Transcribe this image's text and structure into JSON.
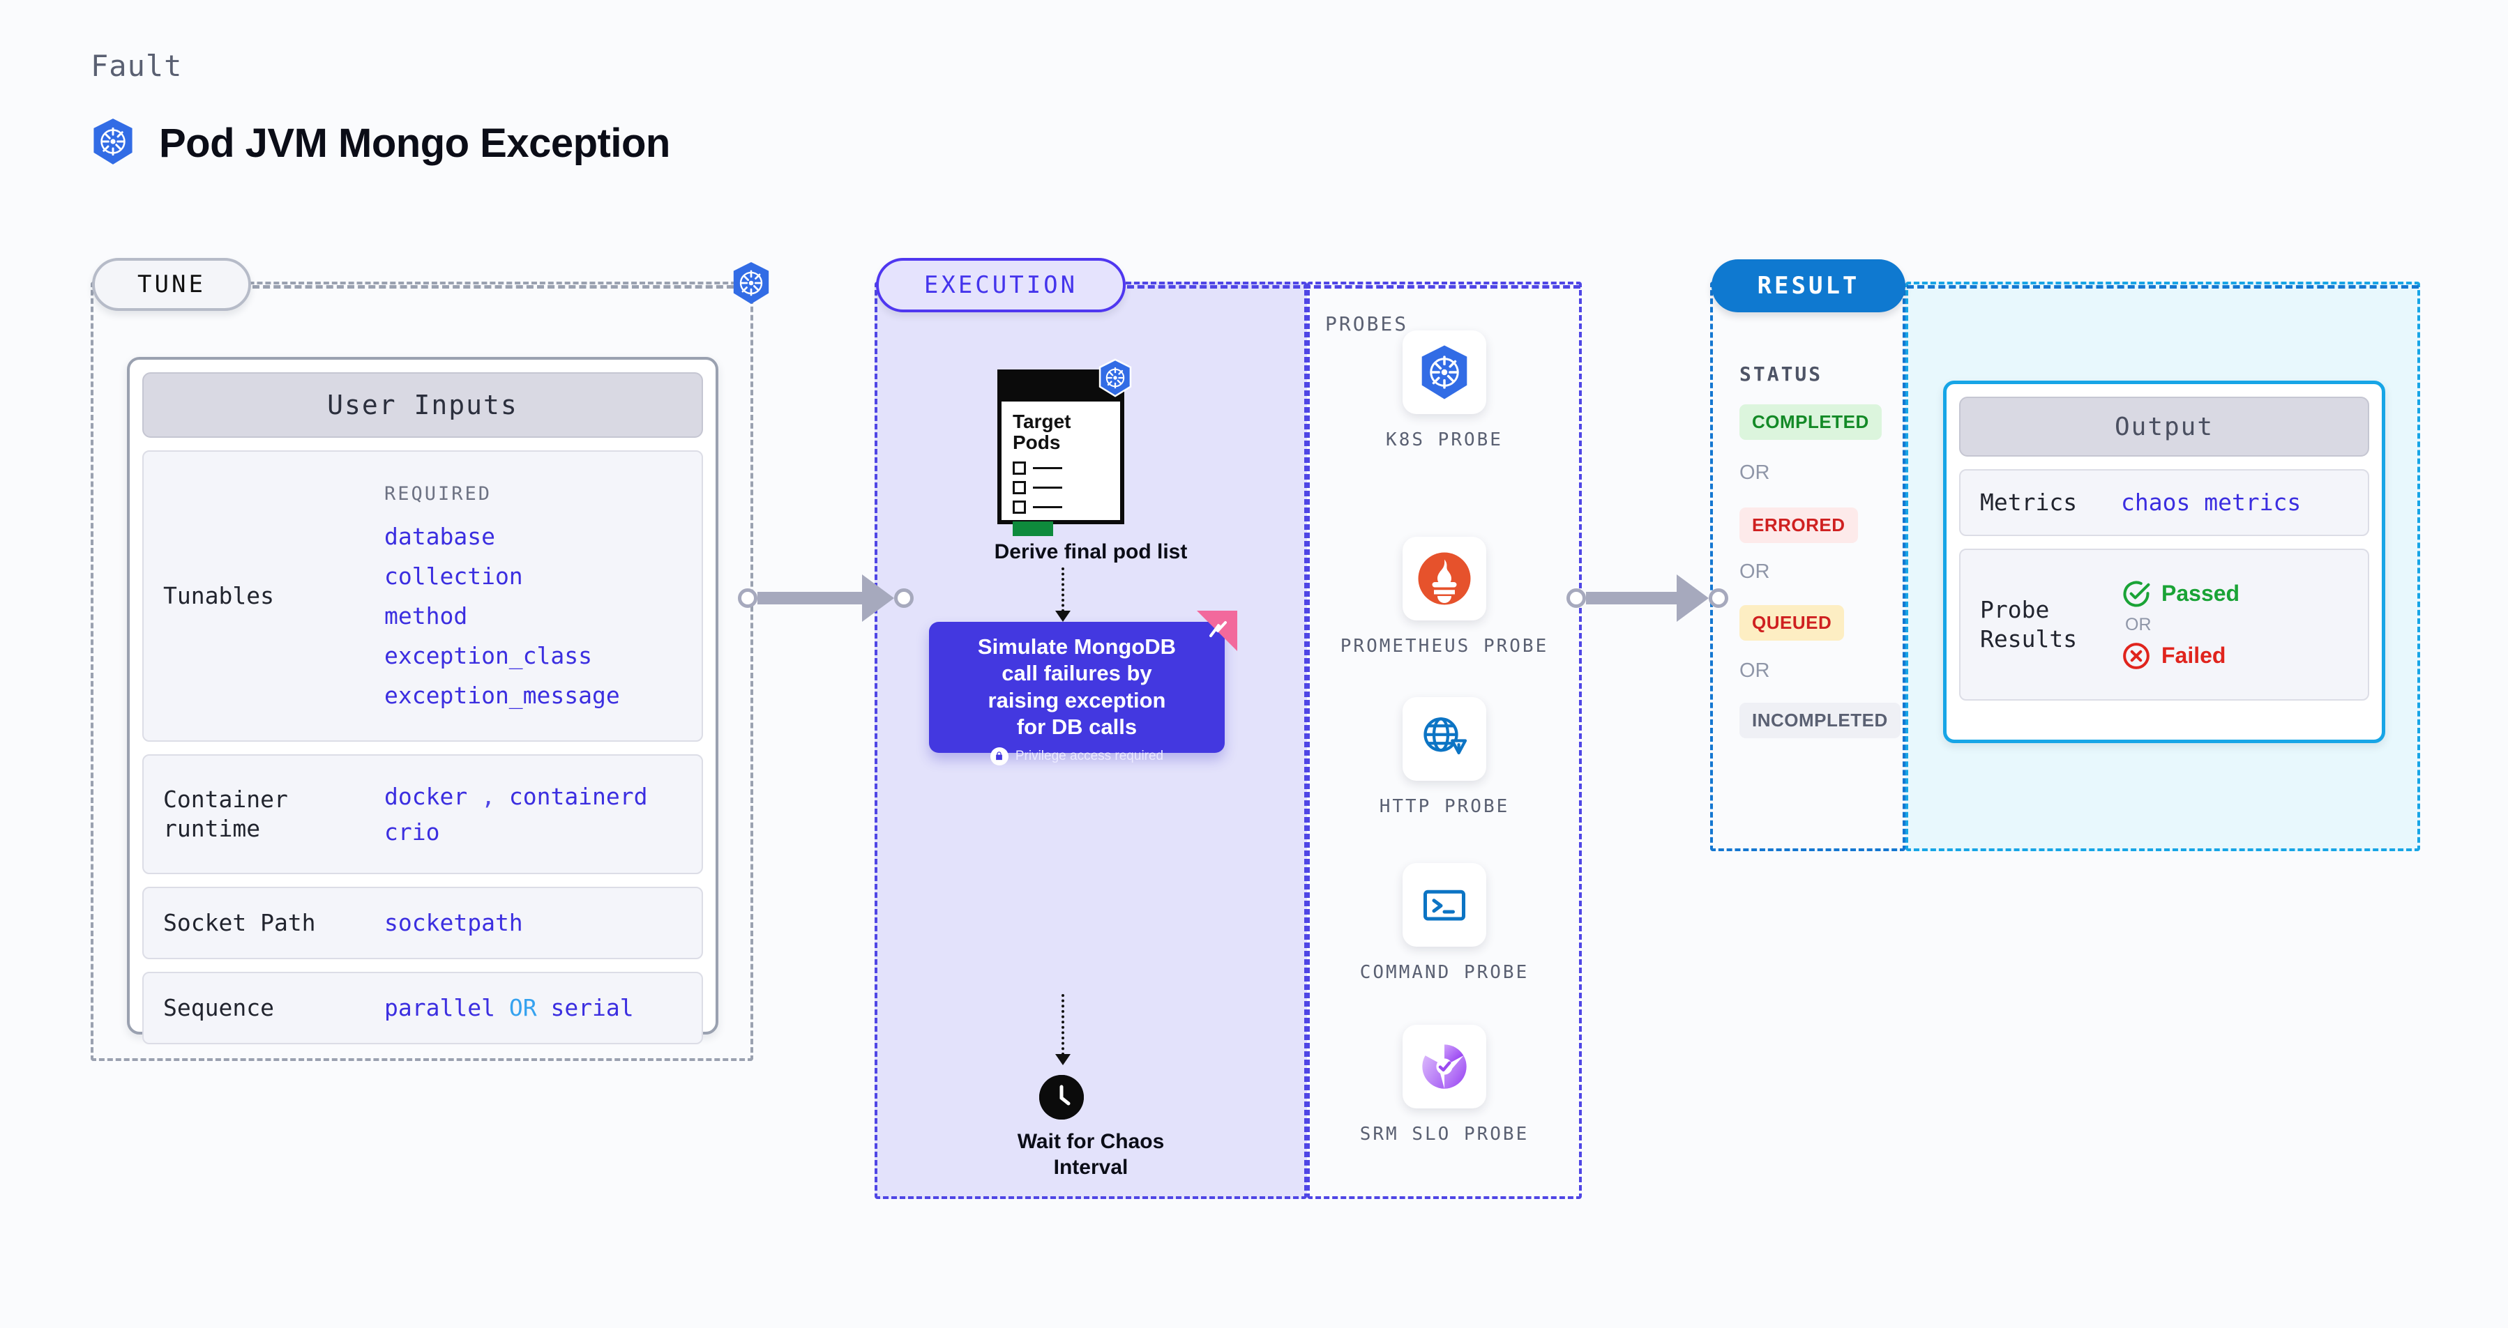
{
  "header": {
    "eyebrow": "Fault",
    "title": "Pod JVM Mongo Exception",
    "icon": "kubernetes-icon"
  },
  "tune": {
    "pill_label": "TUNE",
    "card_title": "User Inputs",
    "tunables": {
      "label": "Tunables",
      "required_label": "REQUIRED",
      "values": [
        "database",
        "collection",
        "method",
        "exception_class",
        "exception_message"
      ]
    },
    "rows": [
      {
        "label": "Container runtime",
        "values": [
          "docker",
          "containerd",
          "crio"
        ],
        "separator": ","
      },
      {
        "label": "Socket Path",
        "values": [
          "socketpath"
        ]
      },
      {
        "label": "Sequence",
        "values": [
          "parallel",
          "serial"
        ],
        "separator": "OR"
      }
    ]
  },
  "execution": {
    "pill_label": "EXECUTION",
    "pod_doc": {
      "title_line1": "Target",
      "title_line2": "Pods",
      "icon": "kubernetes-icon"
    },
    "step1_caption": "Derive final pod list",
    "action_box": {
      "text_lines": [
        "Simulate MongoDB",
        "call failures by",
        "raising exception",
        "for DB calls"
      ],
      "privilege_note": "Privilege access required",
      "color": "#4338e0",
      "corner_badge": "chaos-fault-icon"
    },
    "step3_caption_line1": "Wait for Chaos",
    "step3_caption_line2": "Interval",
    "clock_icon": "clock-icon"
  },
  "probes": {
    "title": "PROBES",
    "items": [
      {
        "label": "K8S PROBE",
        "icon": "kubernetes-icon",
        "color": "#326ce5"
      },
      {
        "label": "PROMETHEUS PROBE",
        "icon": "prometheus-icon",
        "color": "#e6522c"
      },
      {
        "label": "HTTP PROBE",
        "icon": "http-globe-warning-icon",
        "color": "#0c74c4"
      },
      {
        "label": "COMMAND PROBE",
        "icon": "terminal-icon",
        "color": "#0c74c4"
      },
      {
        "label": "SRM SLO PROBE",
        "icon": "srm-slo-icon",
        "color": "#9b4bf0"
      }
    ]
  },
  "result": {
    "pill_label": "RESULT",
    "status_title": "STATUS",
    "or_label": "OR",
    "statuses": [
      {
        "label": "COMPLETED",
        "text_color": "#148a27",
        "bg_color": "#dcf5dd"
      },
      {
        "label": "ERRORED",
        "text_color": "#cf2020",
        "bg_color": "#fdeaea"
      },
      {
        "label": "QUEUED",
        "text_color": "#cf2020",
        "bg_color": "#fdeec3"
      },
      {
        "label": "INCOMPLETED",
        "text_color": "#5a6072",
        "bg_color": "#eff0f5"
      }
    ]
  },
  "output": {
    "card_title": "Output",
    "metrics": {
      "label": "Metrics",
      "value": "chaos metrics"
    },
    "probe_results": {
      "label": "Probe Results",
      "passed": "Passed",
      "or_label": "OR",
      "failed": "Failed",
      "passed_icon": "check-circle-icon",
      "failed_icon": "x-circle-icon"
    }
  }
}
